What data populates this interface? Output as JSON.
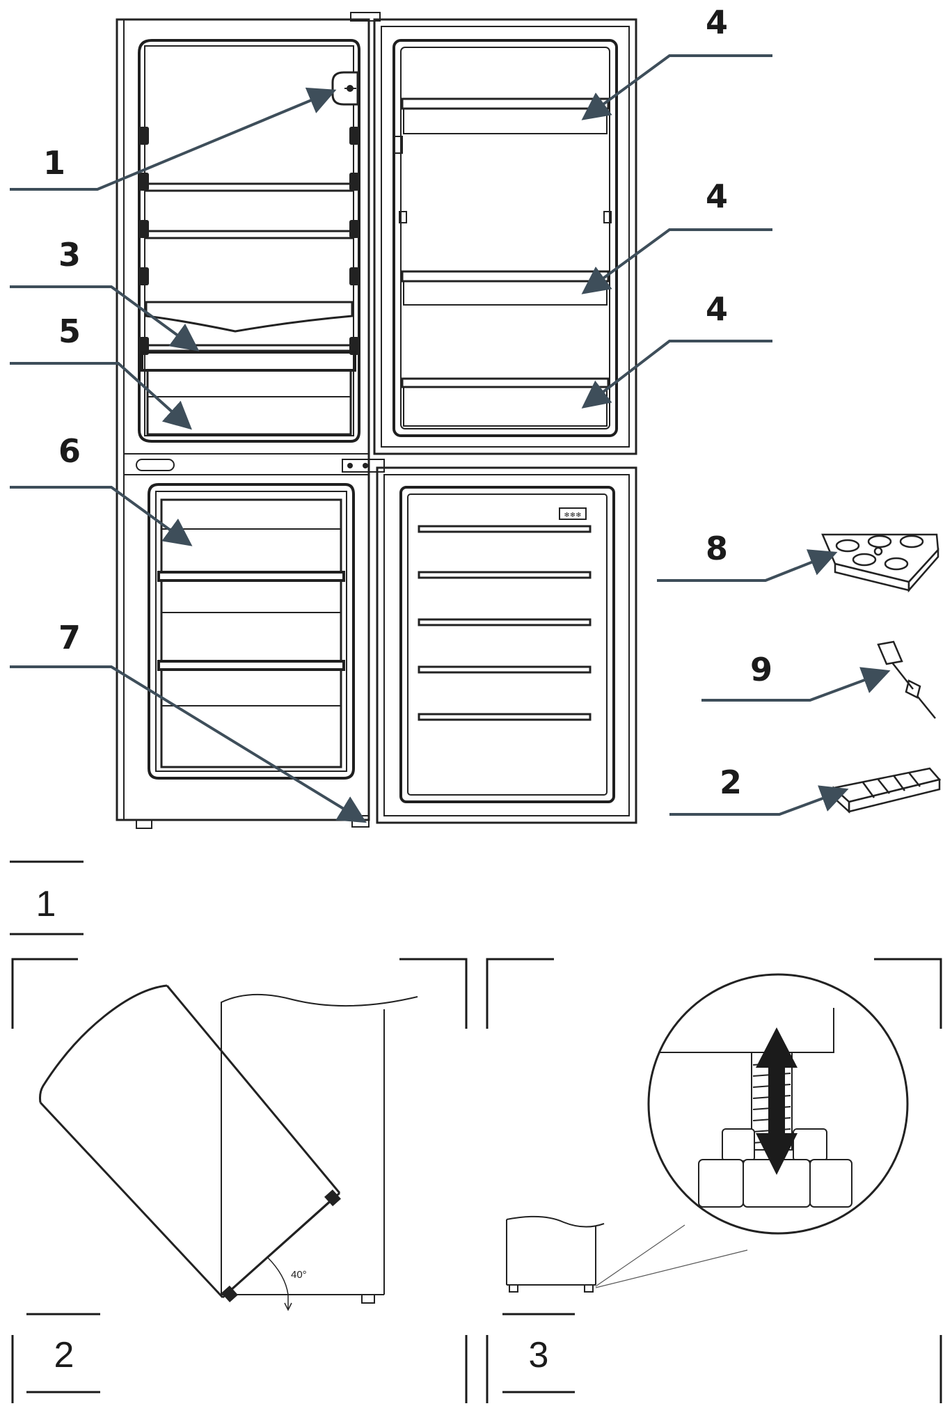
{
  "callouts": {
    "c1": "1",
    "c3": "3",
    "c5": "5",
    "c6": "6",
    "c7": "7",
    "c4a": "4",
    "c4b": "4",
    "c4c": "4",
    "c8": "8",
    "c9": "9",
    "c2": "2"
  },
  "figures": {
    "fig1": "1",
    "fig2": "2",
    "fig3": "3"
  },
  "tilt_angle": "40°",
  "freezer_badge": "❄❄❄"
}
